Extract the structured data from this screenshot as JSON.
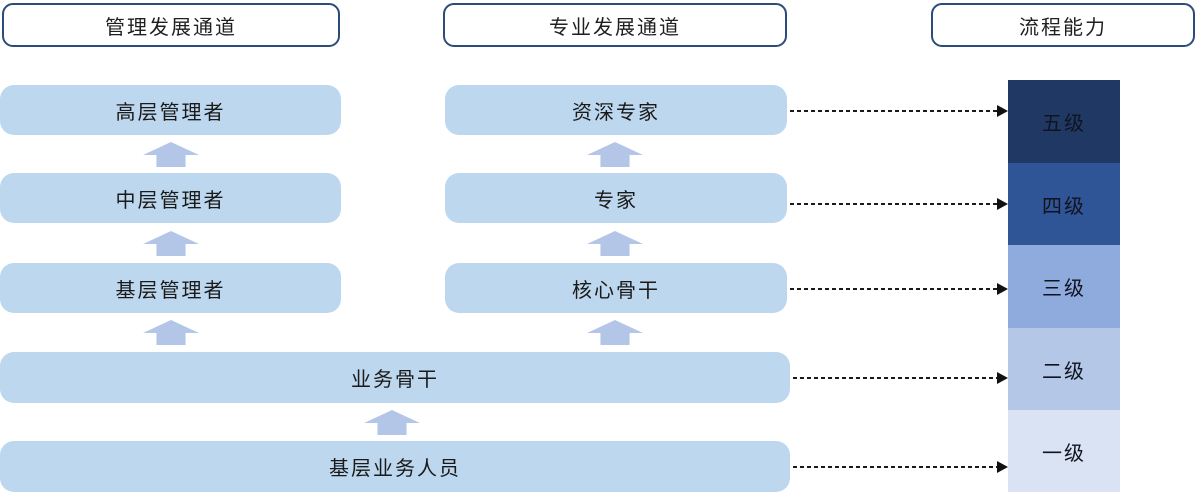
{
  "headers": {
    "management": "管理发展通道",
    "professional": "专业发展通道",
    "process": "流程能力"
  },
  "management_channel": {
    "items": [
      "高层管理者",
      "中层管理者",
      "基层管理者"
    ]
  },
  "professional_channel": {
    "items": [
      "资深专家",
      "专家",
      "核心骨干"
    ]
  },
  "shared_path": {
    "items": [
      "业务骨干",
      "基层业务人员"
    ]
  },
  "process_levels": {
    "items": [
      {
        "label": "五级",
        "color": "#1f3864"
      },
      {
        "label": "四级",
        "color": "#2f5597"
      },
      {
        "label": "三级",
        "color": "#8faadc"
      },
      {
        "label": "二级",
        "color": "#b4c7e7"
      },
      {
        "label": "一级",
        "color": "#dae3f3"
      }
    ]
  },
  "colors": {
    "box_fill": "#bdd7ee",
    "arrow_fill": "#b3c6e7",
    "header_border": "#2b4c78",
    "connector": "#1a1a1a"
  }
}
